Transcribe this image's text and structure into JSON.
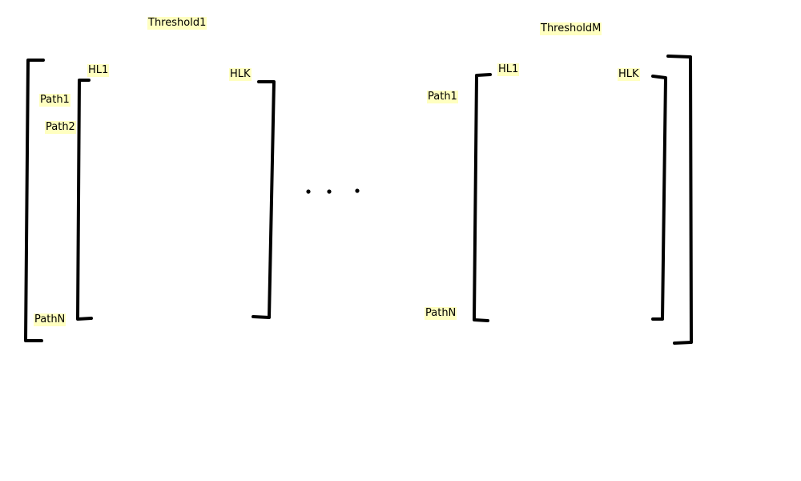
{
  "group_1": {
    "title": "Threshold1",
    "top_left_label": "HL1",
    "top_right_label": "HLK",
    "row_labels": [
      "Path1",
      "Path2",
      "PathN"
    ]
  },
  "group_m": {
    "title": "ThresholdM",
    "top_left_label": "HL1",
    "top_right_label": "HLK",
    "row_labels": [
      "Path1",
      "PathN"
    ]
  },
  "colors": {
    "stroke": "#000000",
    "label_highlight": "#ffffc0",
    "background": "#ffffff"
  }
}
